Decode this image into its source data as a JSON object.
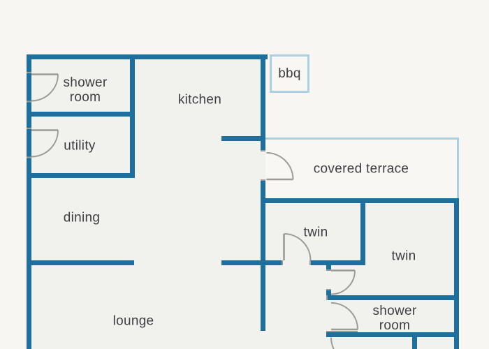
{
  "palette": {
    "wall_color": "#1e6e9e",
    "terrace_border_color": "#abd0e2",
    "door_color": "#9b9b98",
    "label_color": "#3e3e3e",
    "outside_bg": "#f7f6f3",
    "room_floor": "#f1f1ee",
    "terrace_floor": "#f8f7f4"
  },
  "rooms": {
    "shower_room_1": {
      "line1": "shower",
      "line2": "room"
    },
    "kitchen": {
      "label": "kitchen"
    },
    "utility": {
      "label": "utility"
    },
    "dining": {
      "label": "dining"
    },
    "lounge": {
      "label": "lounge"
    },
    "covered_terrace": {
      "label": "covered terrace"
    },
    "twin_1": {
      "label": "twin"
    },
    "twin_2": {
      "label": "twin"
    },
    "shower_room_2": {
      "line1": "shower",
      "line2": "room"
    },
    "bbq": {
      "label": "bbq"
    }
  }
}
